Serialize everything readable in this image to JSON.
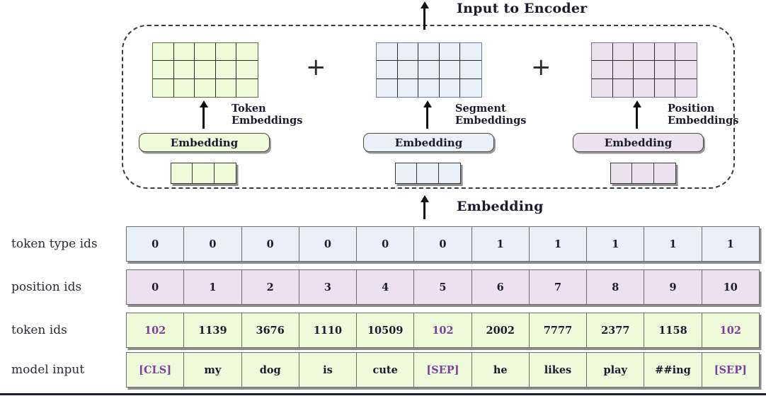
{
  "diagram": {
    "top_title": "Input to Encoder",
    "bottom_title": "Embedding",
    "plus_symbol": "+",
    "branches": [
      {
        "name": "token",
        "caption": "Token\nEmbeddings",
        "pill_label": "Embedding",
        "color": "#eefada",
        "grid_cols": 5,
        "grid_rows": 3,
        "strip_cells": 3
      },
      {
        "name": "segment",
        "caption": "Segment\nEmbeddings",
        "pill_label": "Embedding",
        "color": "#eaf0fa",
        "grid_cols": 5,
        "grid_rows": 3,
        "strip_cells": 3
      },
      {
        "name": "position",
        "caption": "Position\nEmbeddings",
        "pill_label": "Embedding",
        "color": "#ece1f0",
        "grid_cols": 5,
        "grid_rows": 3,
        "strip_cells": 3
      }
    ]
  },
  "table": {
    "rows": [
      {
        "label": "token type ids",
        "color": "#eaf0fa",
        "values": [
          "0",
          "0",
          "0",
          "0",
          "0",
          "0",
          "1",
          "1",
          "1",
          "1",
          "1"
        ],
        "special": [
          false,
          false,
          false,
          false,
          false,
          false,
          false,
          false,
          false,
          false,
          false
        ]
      },
      {
        "label": "position ids",
        "color": "#ece1f0",
        "values": [
          "0",
          "1",
          "2",
          "3",
          "4",
          "5",
          "6",
          "7",
          "8",
          "9",
          "10"
        ],
        "special": [
          false,
          false,
          false,
          false,
          false,
          false,
          false,
          false,
          false,
          false,
          false
        ]
      },
      {
        "label": "token ids",
        "color": "#eefada",
        "values": [
          "102",
          "1139",
          "3676",
          "1110",
          "10509",
          "102",
          "2002",
          "7777",
          "2377",
          "1158",
          "102"
        ],
        "special": [
          true,
          false,
          false,
          false,
          false,
          true,
          false,
          false,
          false,
          false,
          true
        ]
      },
      {
        "label": "model input",
        "color": "#eefada",
        "values": [
          "[CLS]",
          "my",
          "dog",
          "is",
          "cute",
          "[SEP]",
          "he",
          "likes",
          "play",
          "##ing",
          "[SEP]"
        ],
        "special": [
          true,
          false,
          false,
          false,
          false,
          true,
          false,
          false,
          false,
          false,
          true
        ]
      }
    ]
  },
  "colors": {
    "green": "#eefada",
    "blue": "#eaf0fa",
    "purple": "#ece1f0",
    "special_token": "#7b3fa0",
    "ink": "#1b1b2f"
  }
}
